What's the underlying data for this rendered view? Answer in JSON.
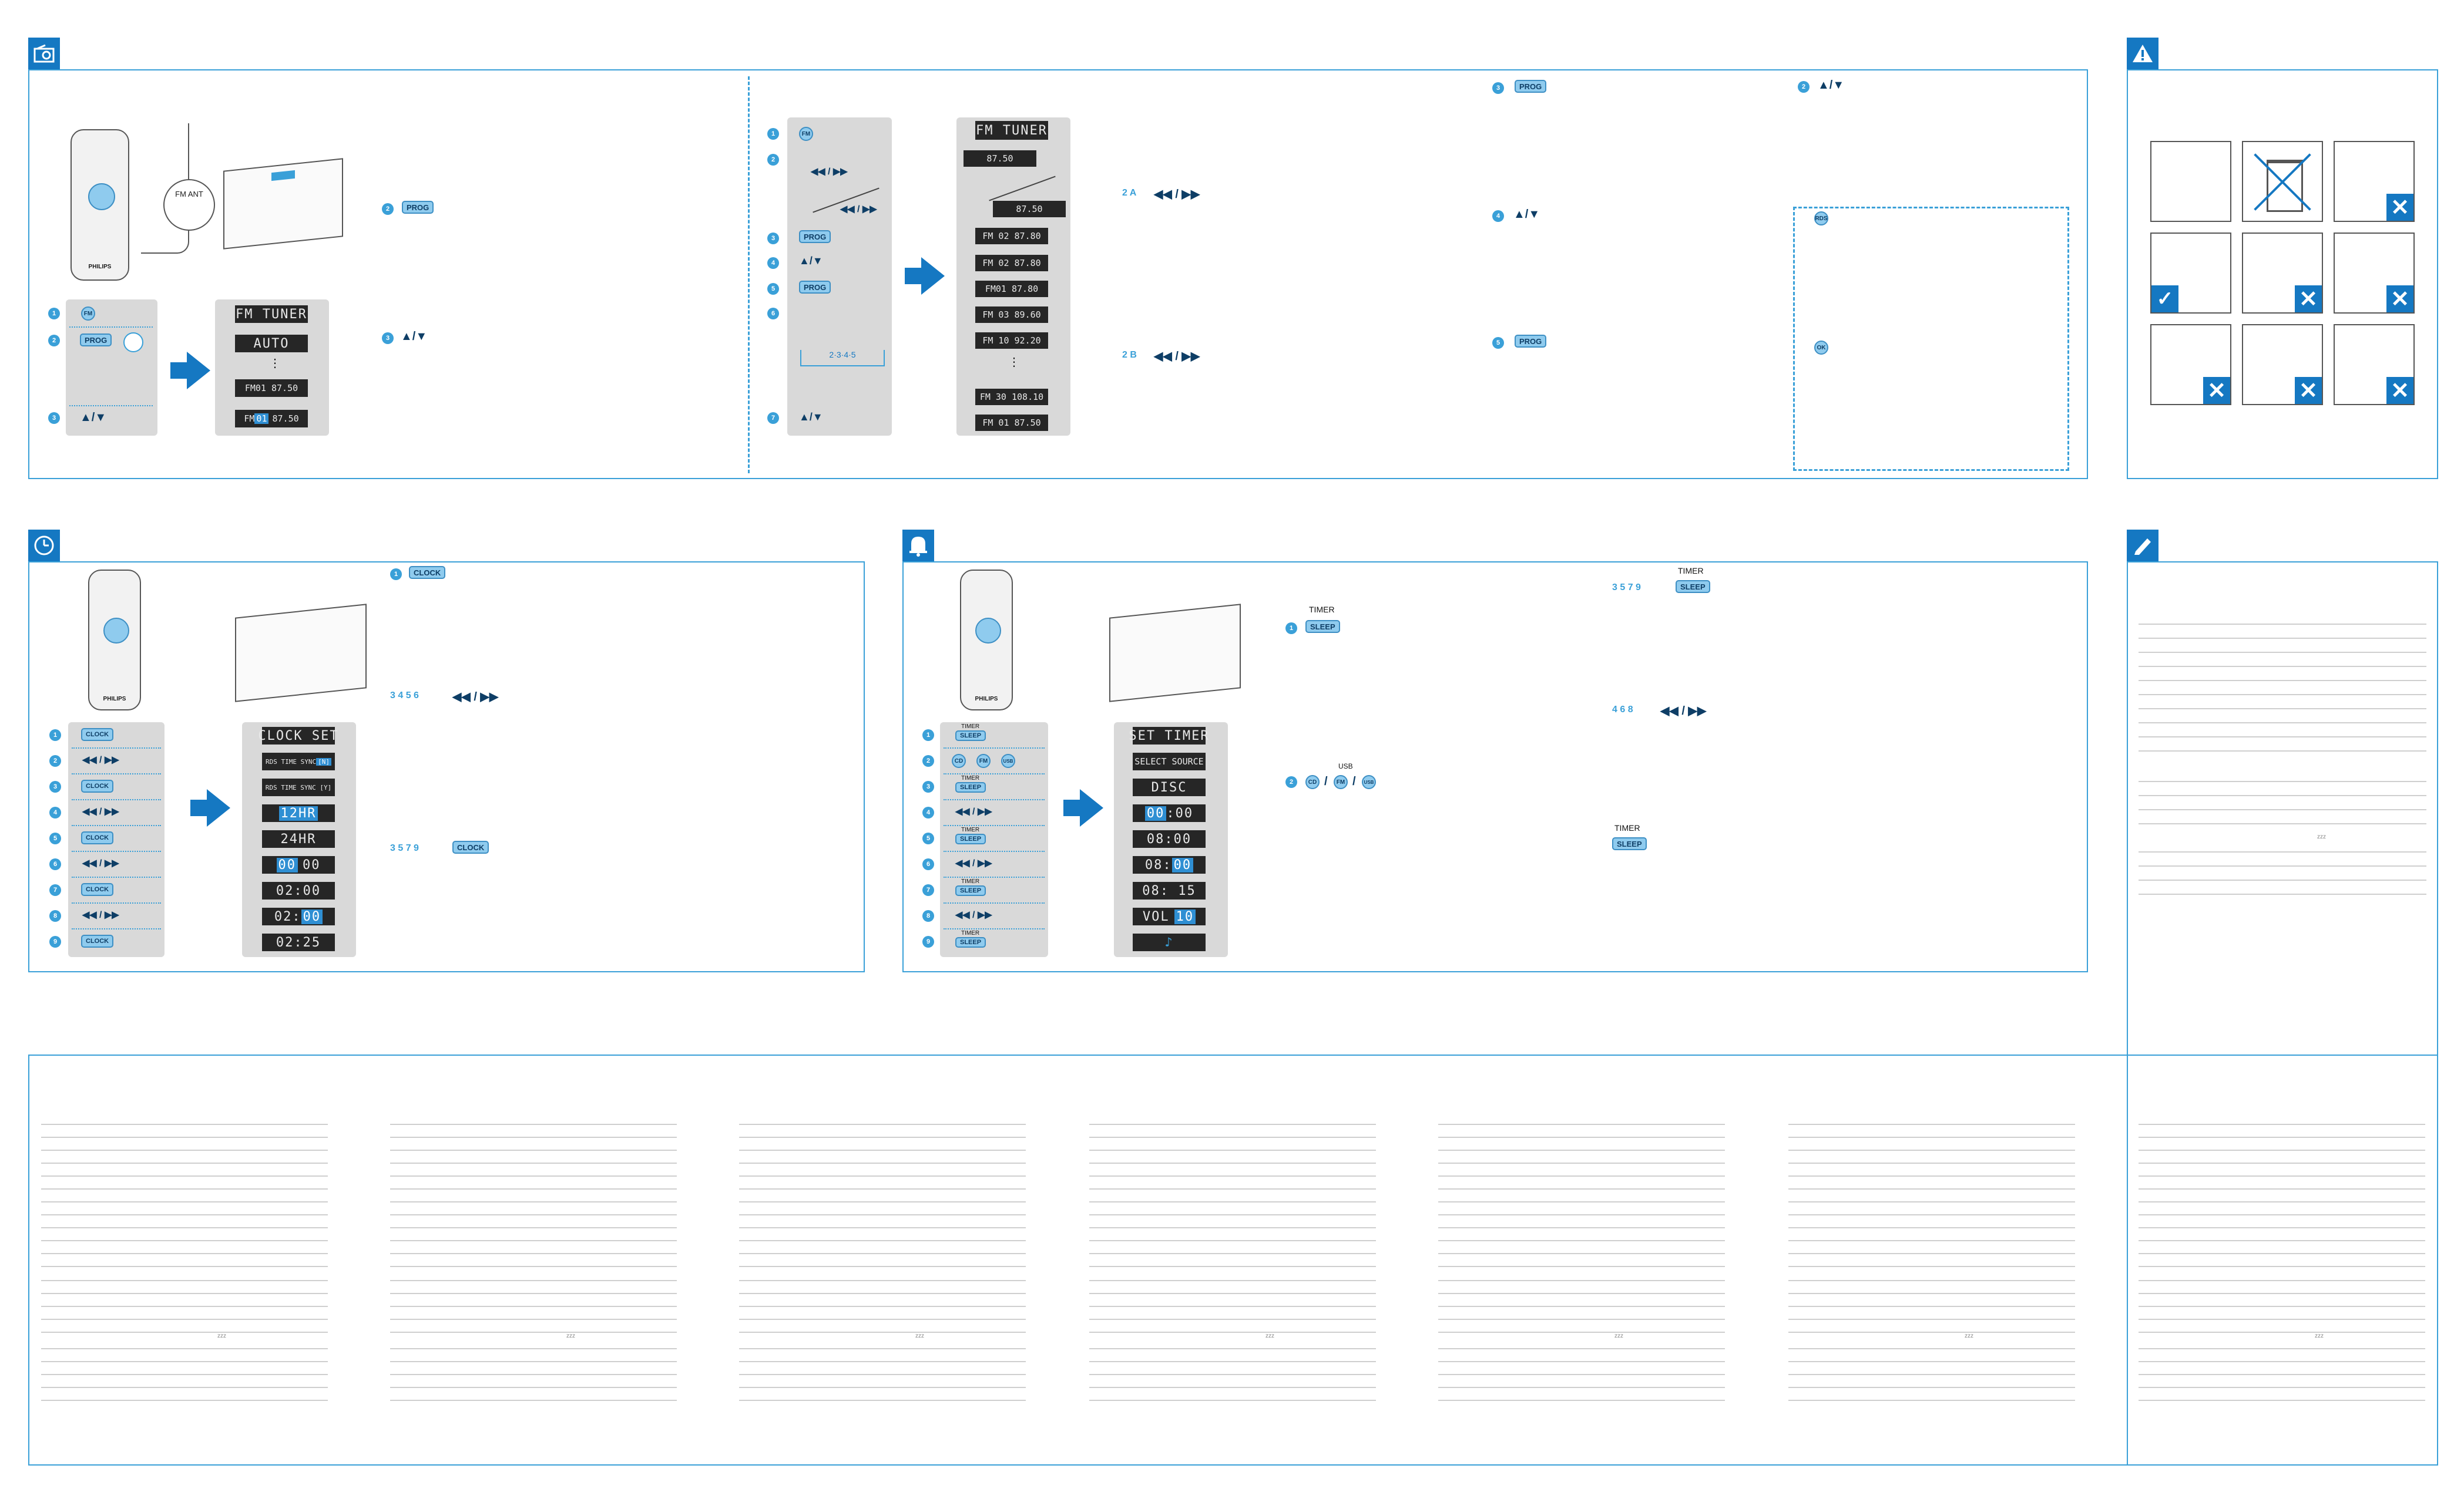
{
  "colors": {
    "accent": "#1578c2",
    "light_accent": "#3aa0d8",
    "button_fill": "#8fcbee",
    "lcd_bg": "#262626",
    "gray_panel": "#d9d9d9"
  },
  "icons": {
    "radio_tab": "radio-icon",
    "clock_tab": "clock-icon",
    "alarm_tab": "bell-icon",
    "warning_tab": "warning-icon",
    "notes_tab": "pencil-icon"
  },
  "radio": {
    "antenna_label": "FM ANT",
    "brand": "PHILIPS",
    "left_steps": {
      "s1": "1",
      "s2": "2",
      "s3": "3",
      "btn_fm": "FM",
      "btn_prog": "PROG",
      "arrows": "▲/▼"
    },
    "lcd": {
      "d1": "FM TUNER",
      "d2": "AUTO",
      "d3": "FM01  87.50",
      "d4a": "FM",
      "d4b": "01",
      "d4c": "87.50"
    },
    "mid_steps": {
      "s2": "2",
      "btn_prog": "PROG",
      "s3": "3",
      "arrows": "▲/▼"
    },
    "prog_steps": {
      "s1": "1",
      "s2": "2",
      "s3": "3",
      "s4": "4",
      "s5": "5",
      "s6": "6",
      "s7": "7",
      "btn_fm": "FM",
      "skip": "◀◀ / ▶▶",
      "btn_prog": "PROG",
      "arrows": "▲/▼",
      "chain": "2·3·4·5"
    },
    "prog_lcd": {
      "d1": "FM TUNER",
      "d2": "87.50",
      "d3": "87.50",
      "d4": "FM 02  87.80",
      "d5": "FM01  87.80",
      "d6": "FM 03  89.60",
      "d7": "FM 10  92.20",
      "d8": "FM 30  108.10",
      "d9": "FM 01  87.50"
    },
    "search": {
      "s1": "2 A",
      "s2": "2 B",
      "skip": "◀◀ / ▶▶"
    },
    "rds": {
      "s3": "3",
      "btn_prog": "PROG",
      "s4": "4",
      "arrows": "▲/▼",
      "s5": "5",
      "s2": "2",
      "arrows2": "▲/▼",
      "btn_rds": "RDS",
      "btn_ok": "OK"
    }
  },
  "clock": {
    "step1": {
      "num": "1",
      "btn": "CLOCK"
    },
    "step2": {
      "nums": "3 4 5 6",
      "skip": "◀◀ / ▶▶"
    },
    "step3": {
      "nums": "3 5 7 9",
      "btn": "CLOCK"
    },
    "brand": "PHILIPS",
    "left": {
      "n": [
        "1",
        "2",
        "3",
        "4",
        "5",
        "6",
        "7",
        "8",
        "9"
      ],
      "clock": "CLOCK",
      "skip": "◀◀ / ▶▶"
    },
    "lcd": {
      "d1": "CLOCK SET",
      "d2": "RDS TIME SYNC",
      "d2b": "[N]",
      "d3": "RDS TIME SYNC [Y]",
      "d4": "12HR",
      "d5": "24HR",
      "d6a": "00",
      "d6b": "00",
      "d7": "02:00",
      "d8a": "02:",
      "d8b": "00",
      "d9": "02:25"
    }
  },
  "alarm": {
    "timer": "TIMER",
    "sleep": "SLEEP",
    "usb": "USB",
    "step1": {
      "num": "1"
    },
    "step2": {
      "num": "2",
      "cd": "CD",
      "fm": "FM",
      "usb_btn": "USB"
    },
    "step_r1": {
      "nums": "3 5 7 9"
    },
    "step_r2": {
      "nums": "4 6 8",
      "skip": "◀◀ / ▶▶"
    },
    "brand": "PHILIPS",
    "left": {
      "n": [
        "1",
        "2",
        "3",
        "4",
        "5",
        "6",
        "7",
        "8",
        "9"
      ],
      "skip": "◀◀ / ▶▶"
    },
    "lcd": {
      "d1": "SET TIMER",
      "d2": "SELECT SOURCE",
      "d3": "DISC",
      "d4a": "00",
      "d4b": ":00",
      "d5": "08:00",
      "d6a": "08:",
      "d6b": "00",
      "d7": "08: 15",
      "d8a": "VOL",
      "d8b": "10"
    }
  },
  "notes": {
    "page_mark": "zzz"
  },
  "bottom": {
    "page_mark": "zzz"
  }
}
